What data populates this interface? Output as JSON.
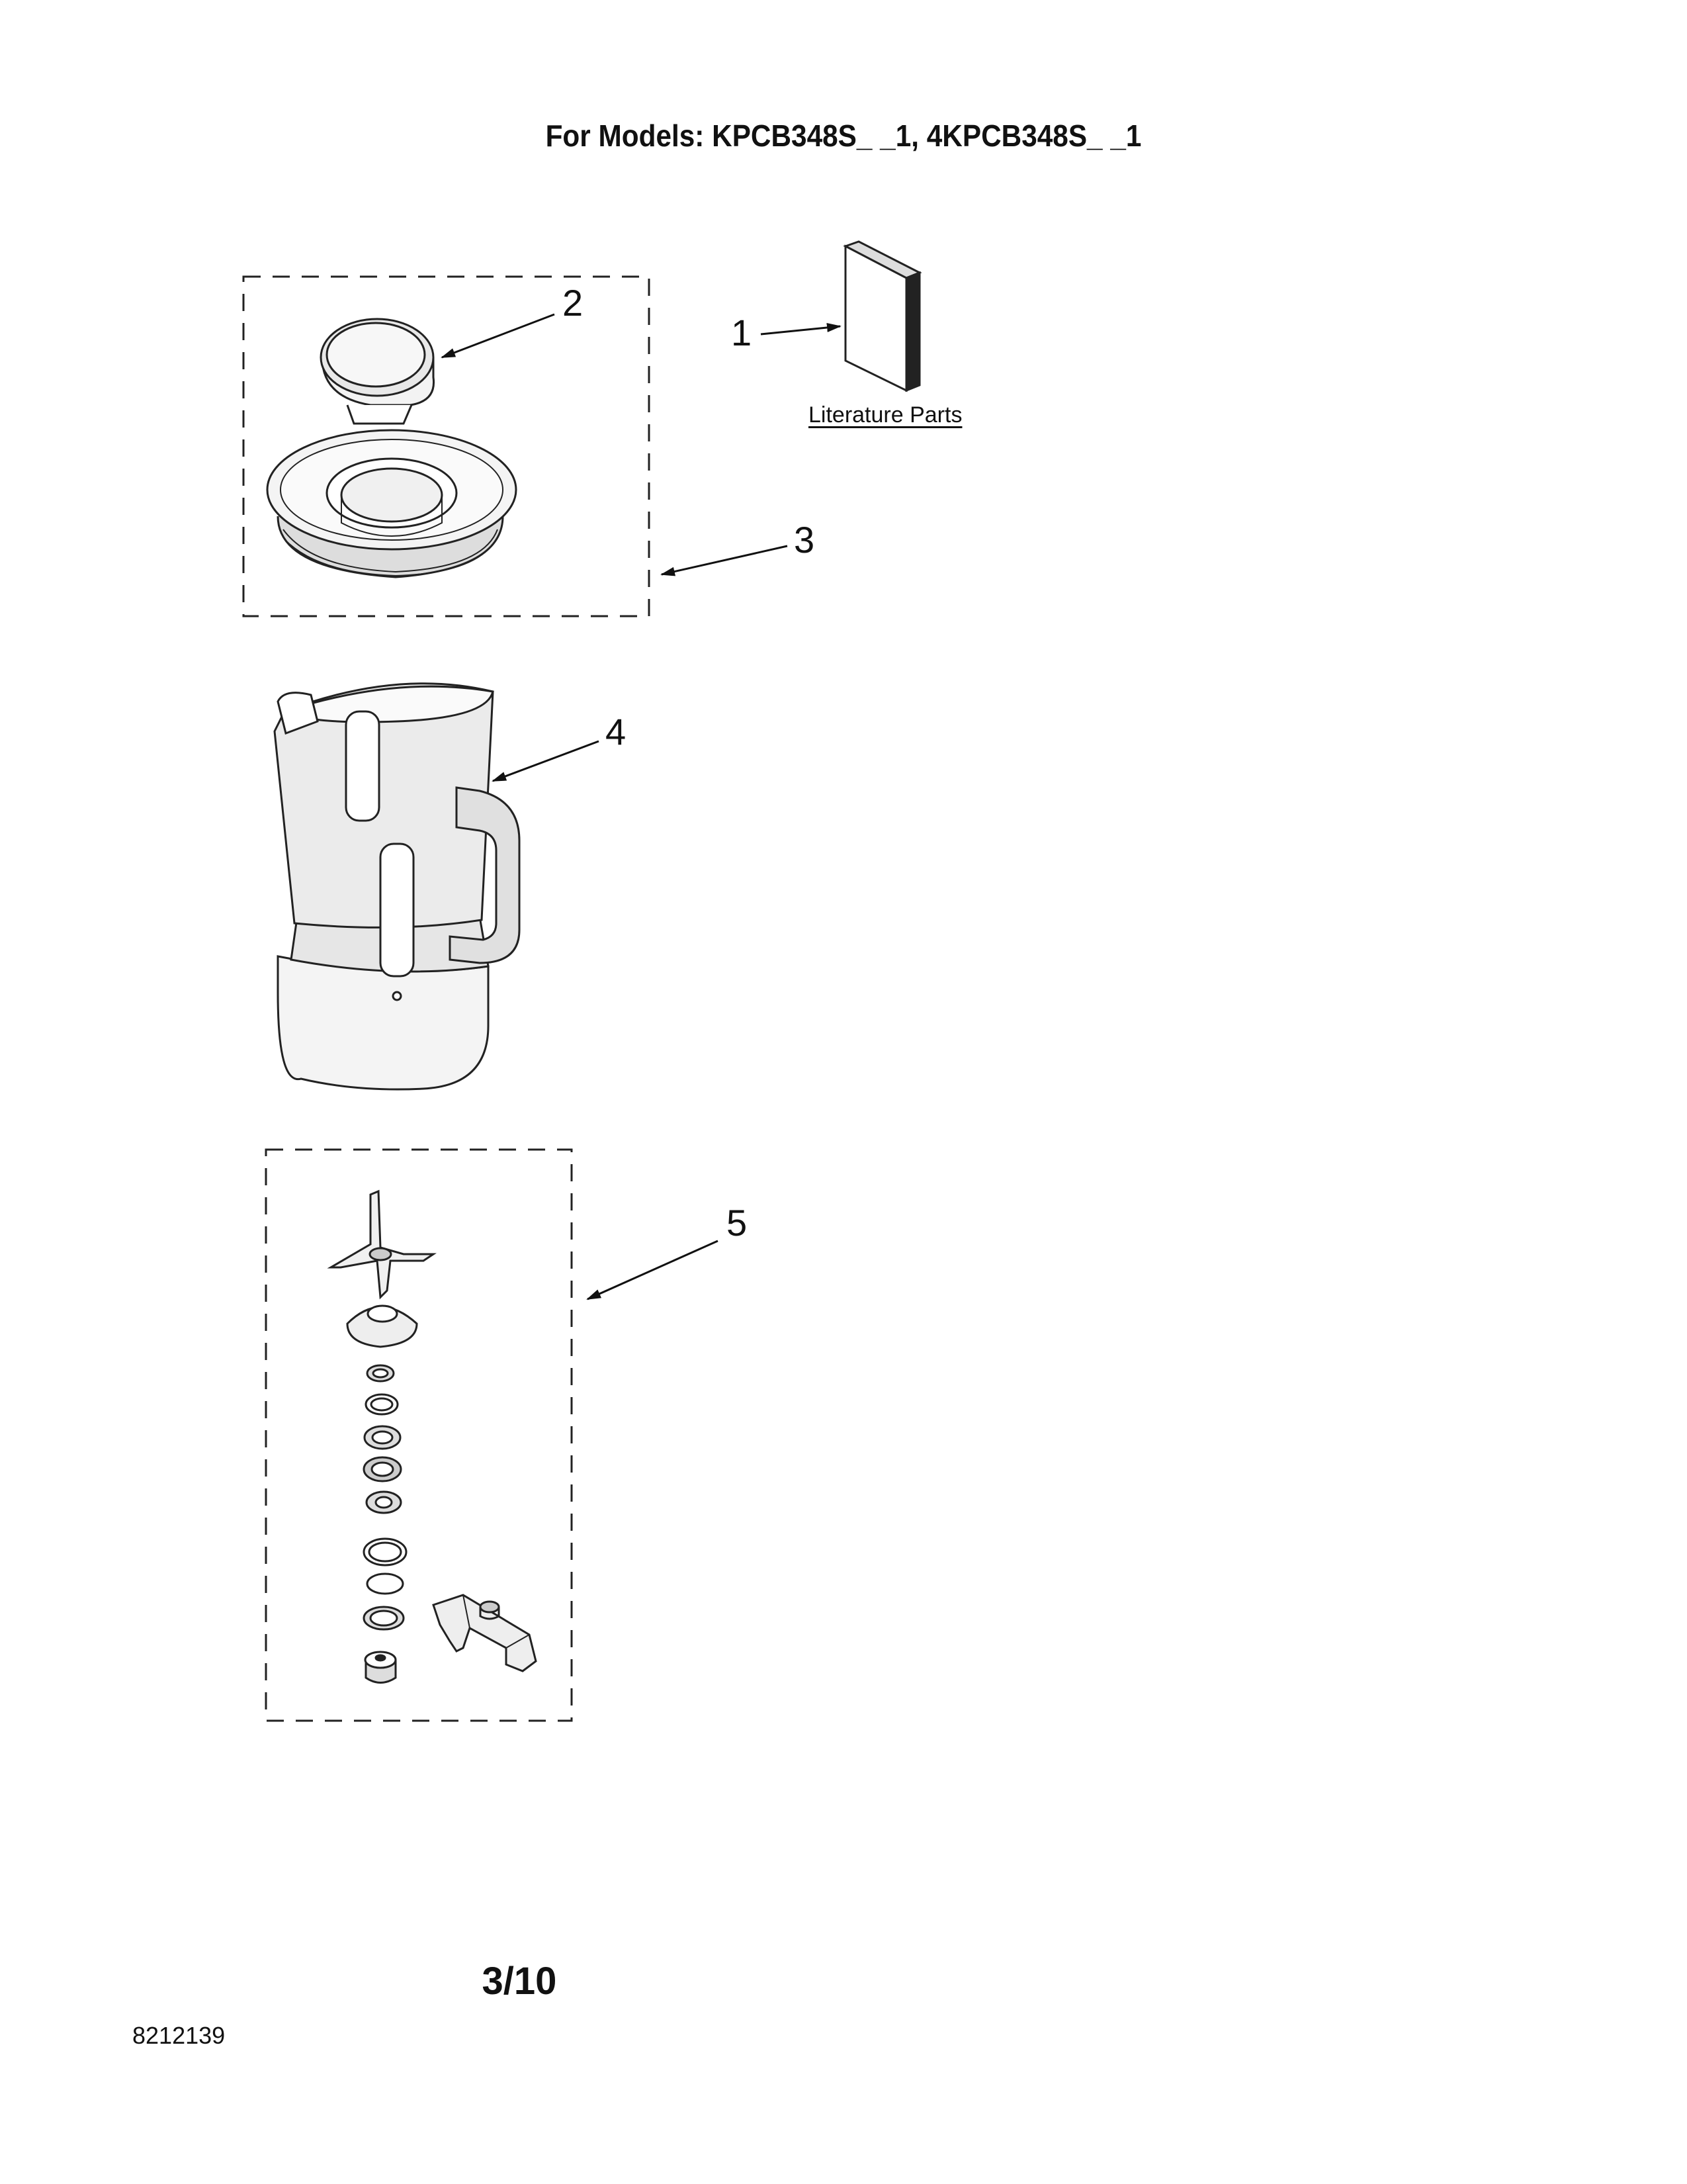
{
  "header": {
    "title": "For Models: KPCB348S_ _1, 4KPCB348S_ _1"
  },
  "callouts": {
    "c1": "1",
    "c2": "2",
    "c3": "3",
    "c4": "4",
    "c5": "5"
  },
  "literature": {
    "label": "Literature Parts"
  },
  "footer": {
    "page": "3/10",
    "doc_number": "8212139"
  }
}
